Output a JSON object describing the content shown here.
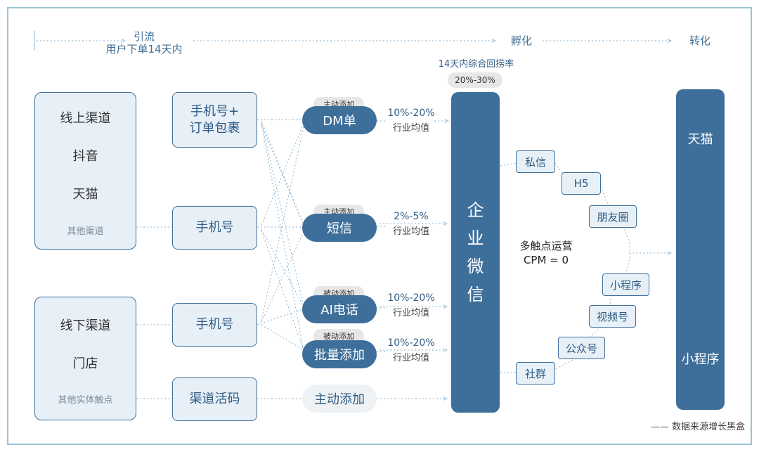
{
  "stages": {
    "s1_line1": "引流",
    "s1_line2": "用户下单14天内",
    "s2": "孵化",
    "s3": "转化"
  },
  "retrieval": {
    "label": "14天内综合回捞率",
    "value": "20%-30%"
  },
  "online": {
    "items": [
      "线上渠道",
      "抖音",
      "天猫"
    ],
    "other": "其他渠道"
  },
  "offline": {
    "items": [
      "线下渠道",
      "门店"
    ],
    "other": "其他实体触点"
  },
  "phones": {
    "p1_line1": "手机号+",
    "p1_line2": "订单包裹",
    "p2": "手机号",
    "p3": "手机号",
    "p4": "渠道活码"
  },
  "methods": [
    {
      "tag": "主动添加",
      "label": "DM单",
      "rate": "10%-20%",
      "rate_sub": "行业均值"
    },
    {
      "tag": "主动添加",
      "label": "短信",
      "rate": "2%-5%",
      "rate_sub": "行业均值"
    },
    {
      "tag": "被动添加",
      "label": "AI电话",
      "rate": "10%-20%",
      "rate_sub": "行业均值"
    },
    {
      "tag": "被动添加",
      "label": "批量添加",
      "rate": "10%-20%",
      "rate_sub": "行业均值"
    },
    {
      "tag": "",
      "label": "主动添加",
      "rate": "",
      "rate_sub": ""
    }
  ],
  "enterprise": [
    "企",
    "业",
    "微",
    "信"
  ],
  "touchpoints": [
    "私信",
    "H5",
    "朋友圈",
    "小程序",
    "视频号",
    "公众号",
    "社群"
  ],
  "ops": {
    "line1": "多触点运营",
    "line2": "CPM = 0"
  },
  "destination": {
    "top": "天猫",
    "bottom": "小程序"
  },
  "source": "—— 数据来源增长黑盒",
  "colors": {
    "primary": "#3e6f9a",
    "light": "#e8f0f7",
    "border": "#9cc3d6"
  }
}
